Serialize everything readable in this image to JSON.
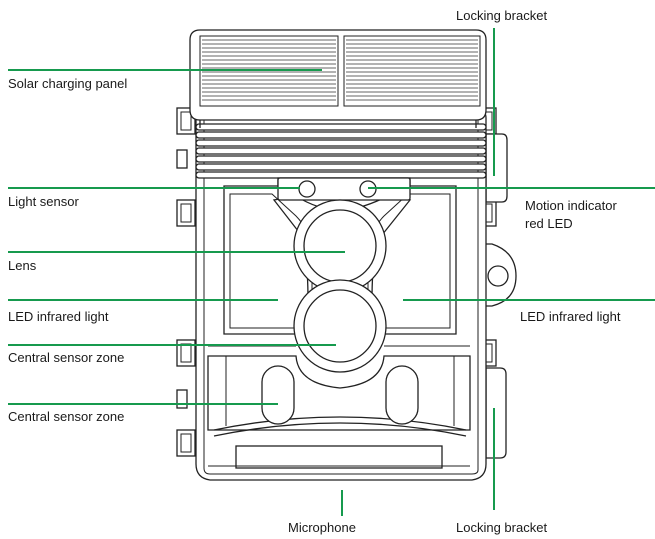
{
  "colors": {
    "leader": "#169a4e",
    "outline": "#222222",
    "text": "#1a1a1a"
  },
  "labels": {
    "locking_bracket_top": "Locking bracket",
    "solar_panel": "Solar charging panel",
    "light_sensor": "Light sensor",
    "motion_indicator": "Motion indicator",
    "motion_indicator_2": "red LED",
    "lens": "Lens",
    "led_infrared_left": "LED infrared light",
    "led_infrared_right": "LED infrared light",
    "central_sensor_1": "Central sensor zone",
    "central_sensor_2": "Central sensor zone",
    "microphone": "Microphone",
    "locking_bracket_bottom": "Locking bracket"
  }
}
